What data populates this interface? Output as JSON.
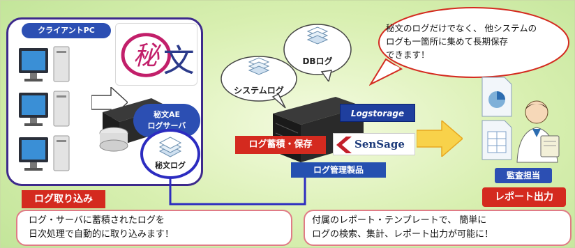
{
  "diagram": {
    "client_pc_label": "クライアントPC",
    "hibun_logo_text": "秘文",
    "ae_log_server_label": "秘文AE\nログサーバ",
    "hibun_log_label": "秘文ログ",
    "system_log_label": "システムログ",
    "db_log_label": "DBログ",
    "logstorage_label": "Logstorage",
    "sensage_label": "SenSage",
    "log_accumulate_label": "ログ蓄積・保存",
    "log_mgmt_product_label": "ログ管理製品",
    "top_bubble_text": "秘文のログだけでなく、 他システムの\nログも一箇所に集めて長期保存\nできます！",
    "auditor_label": "監査担当",
    "report_output_label": "レポート出力",
    "log_import_label": "ログ取り込み",
    "bottom_left_text": "ログ・サーバに蓄積されたログを\n日次処理で自動的に取り込みます！",
    "bottom_right_text": "付属のレポート・テンプレートで、 簡単に\nログの検索、集計、レポート出力が可能に！"
  },
  "colors": {
    "accent_red": "#d42a1f",
    "accent_blue": "#2c4fb3",
    "panel_border": "#3d2a8c",
    "background_green": "#c3e59a"
  }
}
